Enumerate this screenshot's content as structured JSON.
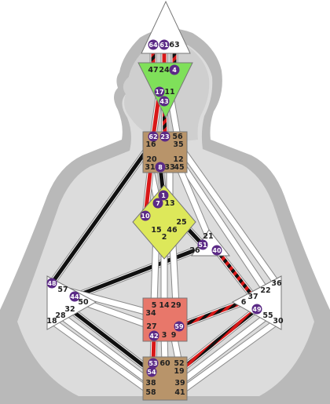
{
  "colors": {
    "background": "#ffffff",
    "silhouette_outer": "#b9b9b9",
    "silhouette_inner": "#dcdcdc",
    "head_profile": "#cfcfcf",
    "center_white": "#ffffff",
    "ajna_green": "#7fe05a",
    "yellow_g": "#dde85a",
    "root_brown": "#b8946a",
    "sacral_red": "#e8776a",
    "channel_red": "#d81818",
    "channel_black": "#111111",
    "activation_purple": "#5b2a86"
  },
  "centers": {
    "head": {
      "fill": "white",
      "gates": [
        {
          "number": "64",
          "active": true
        },
        {
          "number": "61",
          "active": true
        },
        {
          "number": "63",
          "active": false
        }
      ]
    },
    "ajna": {
      "fill": "green",
      "gates": [
        {
          "number": "47",
          "active": false
        },
        {
          "number": "24",
          "active": false
        },
        {
          "number": "4",
          "active": true
        },
        {
          "number": "17",
          "active": true
        },
        {
          "number": "11",
          "active": false
        },
        {
          "number": "43",
          "active": true
        }
      ]
    },
    "throat": {
      "fill": "brown",
      "gates": [
        {
          "number": "62",
          "active": true
        },
        {
          "number": "23",
          "active": true
        },
        {
          "number": "56",
          "active": false
        },
        {
          "number": "16",
          "active": false
        },
        {
          "number": "35",
          "active": false
        },
        {
          "number": "20",
          "active": false
        },
        {
          "number": "12",
          "active": false
        },
        {
          "number": "31",
          "active": false
        },
        {
          "number": "8",
          "active": true
        },
        {
          "number": "33",
          "active": false
        },
        {
          "number": "45",
          "active": false
        }
      ]
    },
    "g": {
      "fill": "yellow",
      "gates": [
        {
          "number": "1",
          "active": true
        },
        {
          "number": "7",
          "active": true
        },
        {
          "number": "13",
          "active": false
        },
        {
          "number": "10",
          "active": true
        },
        {
          "number": "25",
          "active": false
        },
        {
          "number": "15",
          "active": false
        },
        {
          "number": "46",
          "active": false
        },
        {
          "number": "2",
          "active": false
        }
      ]
    },
    "heart": {
      "fill": "white",
      "gates": [
        {
          "number": "21",
          "active": false
        },
        {
          "number": "51",
          "active": true
        },
        {
          "number": "26",
          "active": false
        },
        {
          "number": "40",
          "active": true
        }
      ]
    },
    "spleen": {
      "fill": "white",
      "gates": [
        {
          "number": "48",
          "active": true
        },
        {
          "number": "57",
          "active": false
        },
        {
          "number": "44",
          "active": true
        },
        {
          "number": "50",
          "active": false
        },
        {
          "number": "32",
          "active": false
        },
        {
          "number": "28",
          "active": false
        },
        {
          "number": "18",
          "active": false
        }
      ]
    },
    "solar_plexus": {
      "fill": "white",
      "gates": [
        {
          "number": "36",
          "active": false
        },
        {
          "number": "22",
          "active": false
        },
        {
          "number": "37",
          "active": false
        },
        {
          "number": "6",
          "active": false
        },
        {
          "number": "49",
          "active": true
        },
        {
          "number": "55",
          "active": false
        },
        {
          "number": "30",
          "active": false
        }
      ]
    },
    "sacral": {
      "fill": "red",
      "gates": [
        {
          "number": "5",
          "active": false
        },
        {
          "number": "14",
          "active": false
        },
        {
          "number": "29",
          "active": false
        },
        {
          "number": "34",
          "active": false
        },
        {
          "number": "27",
          "active": false
        },
        {
          "number": "59",
          "active": true
        },
        {
          "number": "42",
          "active": true
        },
        {
          "number": "3",
          "active": false
        },
        {
          "number": "9",
          "active": false
        }
      ]
    },
    "root": {
      "fill": "brown",
      "gates": [
        {
          "number": "53",
          "active": true
        },
        {
          "number": "60",
          "active": false
        },
        {
          "number": "52",
          "active": false
        },
        {
          "number": "54",
          "active": true
        },
        {
          "number": "19",
          "active": false
        },
        {
          "number": "38",
          "active": false
        },
        {
          "number": "39",
          "active": false
        },
        {
          "number": "58",
          "active": false
        },
        {
          "number": "41",
          "active": false
        }
      ]
    }
  },
  "channels": [
    {
      "gates": "64-47",
      "activation": "mixed"
    },
    {
      "gates": "61-24",
      "activation": "red"
    },
    {
      "gates": "63-4",
      "activation": "mixed"
    },
    {
      "gates": "17-62",
      "activation": "red"
    },
    {
      "gates": "43-23",
      "activation": "mixed"
    },
    {
      "gates": "11-56",
      "activation": "none"
    },
    {
      "gates": "31-7",
      "activation": "none"
    },
    {
      "gates": "8-1",
      "activation": "black"
    },
    {
      "gates": "33-13",
      "activation": "none"
    },
    {
      "gates": "20-10",
      "activation": "red"
    },
    {
      "gates": "16-48",
      "activation": "black"
    },
    {
      "gates": "35-36",
      "activation": "none"
    },
    {
      "gates": "12-22",
      "activation": "none"
    },
    {
      "gates": "45-21",
      "activation": "none"
    },
    {
      "gates": "25-51",
      "activation": "black"
    },
    {
      "gates": "26-44",
      "activation": "black"
    },
    {
      "gates": "40-37",
      "activation": "mixed"
    },
    {
      "gates": "57-34",
      "activation": "none"
    },
    {
      "gates": "50-27",
      "activation": "none"
    },
    {
      "gates": "15-5",
      "activation": "none"
    },
    {
      "gates": "46-29",
      "activation": "none"
    },
    {
      "gates": "2-14",
      "activation": "none"
    },
    {
      "gates": "59-6",
      "activation": "mixed"
    },
    {
      "gates": "42-53",
      "activation": "red"
    },
    {
      "gates": "3-60",
      "activation": "none"
    },
    {
      "gates": "9-52",
      "activation": "none"
    },
    {
      "gates": "32-54",
      "activation": "black"
    },
    {
      "gates": "28-38",
      "activation": "none"
    },
    {
      "gates": "18-58",
      "activation": "none"
    },
    {
      "gates": "49-19",
      "activation": "mixed"
    },
    {
      "gates": "55-39",
      "activation": "none"
    },
    {
      "gates": "30-41",
      "activation": "none"
    }
  ]
}
